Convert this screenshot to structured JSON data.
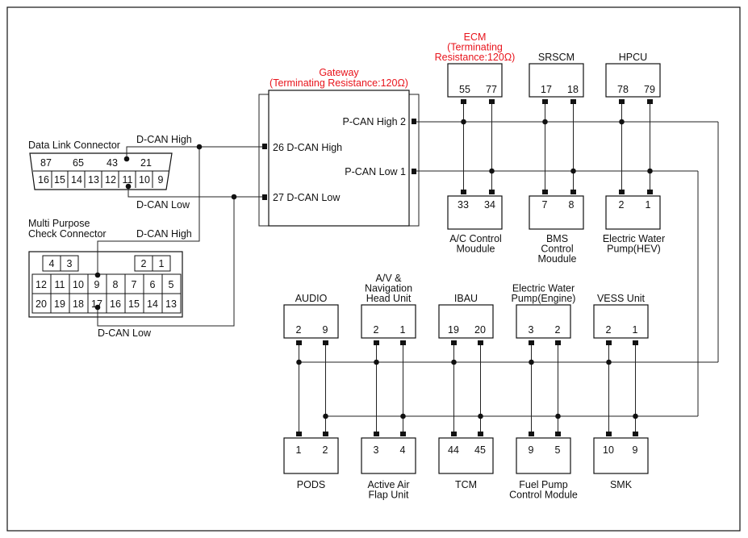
{
  "gateway": {
    "title": "Gateway",
    "subtitle": "(Terminating Resistance:120Ω)",
    "pin_26": "26 D-CAN High",
    "pin_27": "27 D-CAN Low",
    "pcan_high": "P-CAN High 2",
    "pcan_low": "P-CAN Low 1"
  },
  "dlc": {
    "title": "Data Link Connector",
    "top_pins": [
      "87",
      "65",
      "43",
      "21"
    ],
    "bottom_pins": [
      "16",
      "15",
      "14",
      "13",
      "12",
      "11",
      "10",
      "9"
    ],
    "dcan_high": "D-CAN High",
    "dcan_low": "D-CAN Low"
  },
  "mpc": {
    "title_line1": "Multi Purpose",
    "title_line2": "Check Connector",
    "top_pins_left": [
      "4",
      "3"
    ],
    "top_pins_right": [
      "2",
      "1"
    ],
    "row1": [
      "12",
      "11",
      "10",
      "9",
      "8",
      "7",
      "6",
      "5"
    ],
    "row2": [
      "20",
      "19",
      "18",
      "17",
      "16",
      "15",
      "14",
      "13"
    ],
    "dcan_high": "D-CAN High",
    "dcan_low": "D-CAN Low"
  },
  "top_modules": [
    {
      "label": [
        "ECM",
        "(Terminating",
        "Resistance:120Ω)"
      ],
      "pins": [
        "55",
        "77"
      ],
      "red": true
    },
    {
      "label": [
        "SRSCM"
      ],
      "pins": [
        "17",
        "18"
      ],
      "red": false
    },
    {
      "label": [
        "HPCU"
      ],
      "pins": [
        "78",
        "79"
      ],
      "red": false
    }
  ],
  "row2_modules": [
    {
      "label": [
        "A/C Control",
        "Moudule"
      ],
      "pins": [
        "33",
        "34"
      ]
    },
    {
      "label": [
        "BMS",
        "Control",
        "Moudule"
      ],
      "pins": [
        "7",
        "8"
      ]
    },
    {
      "label": [
        "Electric Water",
        "Pump(HEV)"
      ],
      "pins": [
        "2",
        "1"
      ]
    }
  ],
  "row3_modules": [
    {
      "label": [
        "AUDIO"
      ],
      "pins": [
        "2",
        "9"
      ]
    },
    {
      "label": [
        "A/V &",
        "Navigation",
        "Head Unit"
      ],
      "pins": [
        "2",
        "1"
      ]
    },
    {
      "label": [
        "IBAU"
      ],
      "pins": [
        "19",
        "20"
      ]
    },
    {
      "label": [
        "Electric Water",
        "Pump(Engine)"
      ],
      "pins": [
        "3",
        "2"
      ]
    },
    {
      "label": [
        "VESS Unit"
      ],
      "pins": [
        "2",
        "1"
      ]
    }
  ],
  "row4_modules": [
    {
      "label": [
        "PODS"
      ],
      "pins": [
        "1",
        "2"
      ]
    },
    {
      "label": [
        "Active Air",
        "Flap Unit"
      ],
      "pins": [
        "3",
        "4"
      ]
    },
    {
      "label": [
        "TCM"
      ],
      "pins": [
        "44",
        "45"
      ]
    },
    {
      "label": [
        "Fuel Pump",
        "Control Module"
      ],
      "pins": [
        "9",
        "5"
      ]
    },
    {
      "label": [
        "SMK"
      ],
      "pins": [
        "10",
        "9"
      ]
    }
  ]
}
